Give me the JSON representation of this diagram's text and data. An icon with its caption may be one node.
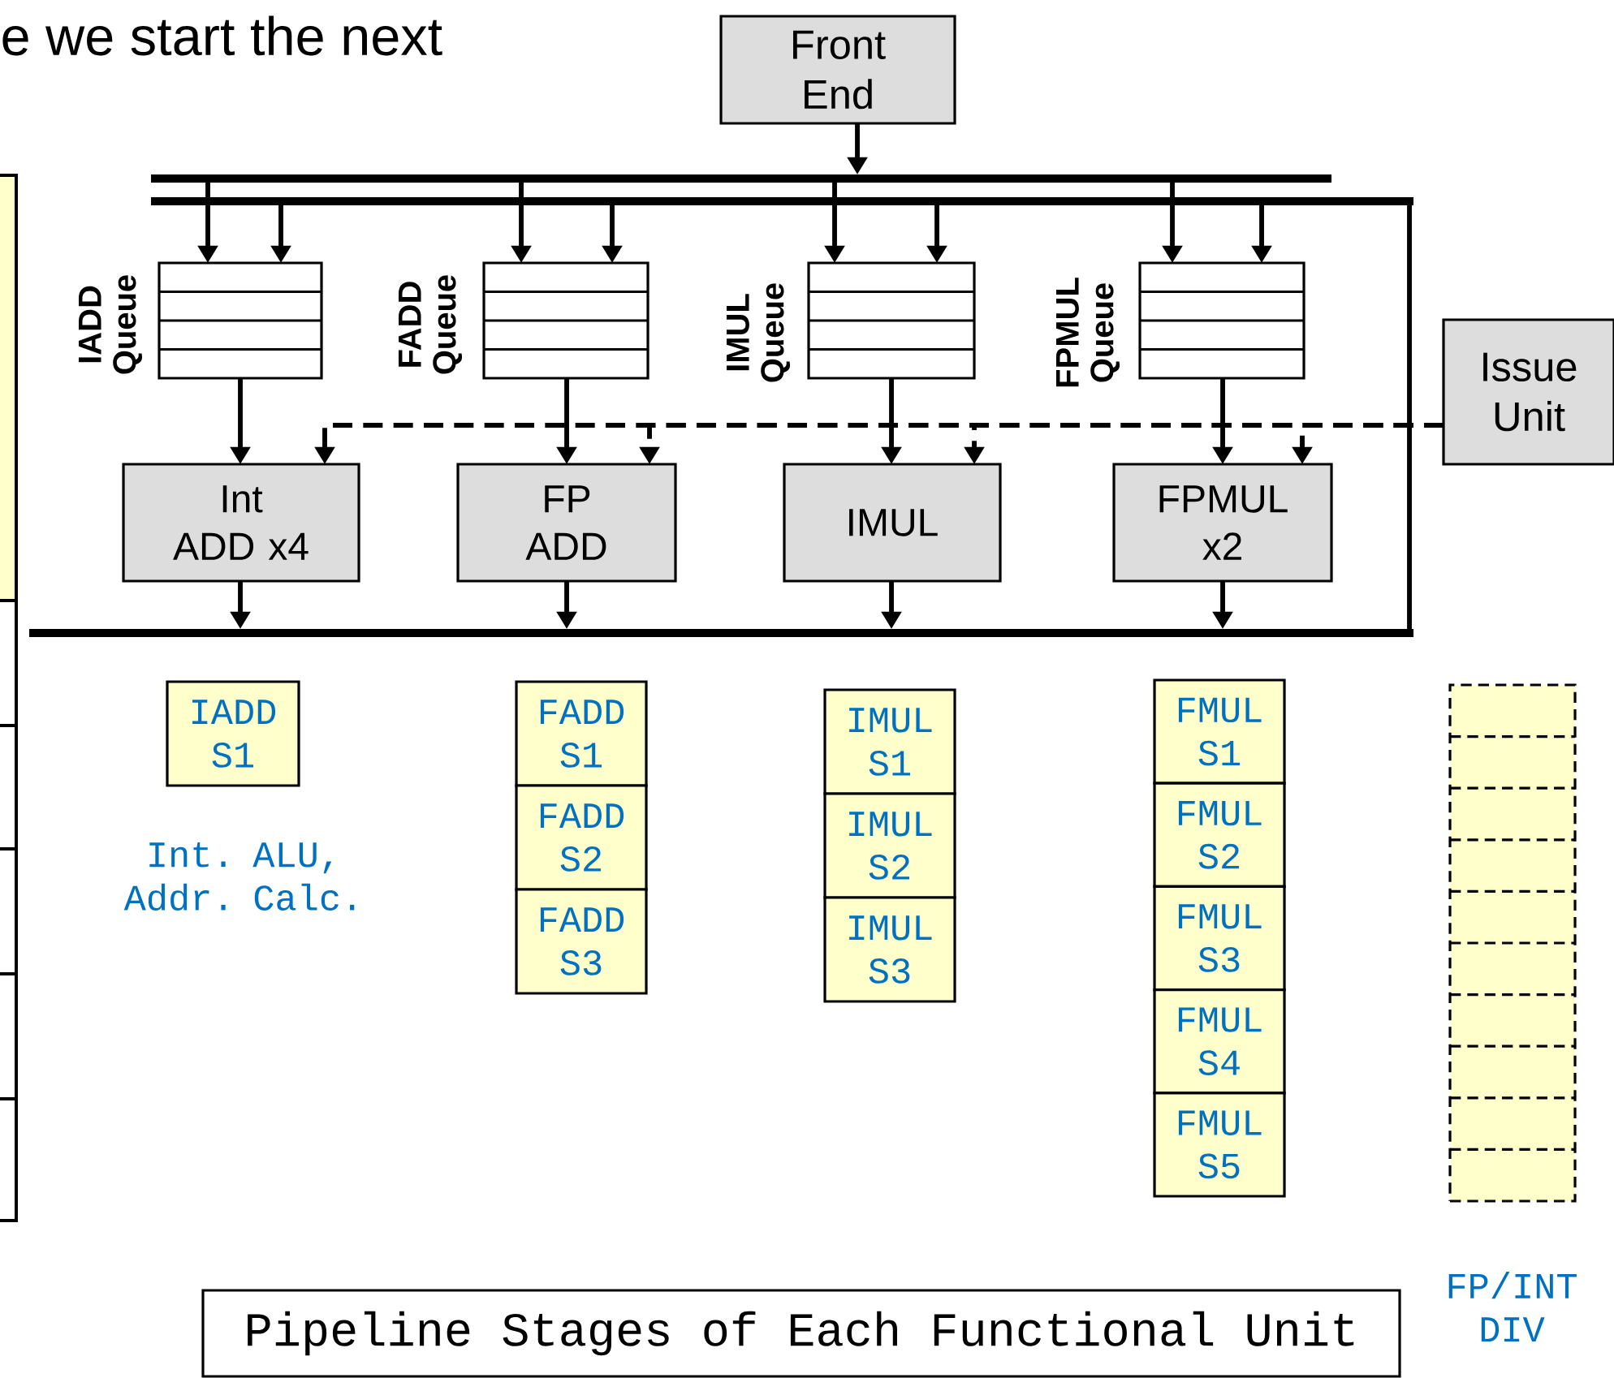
{
  "diagram": {
    "nodes": [
      {
        "text": [
          "Front End"
        ]
      },
      {
        "text": [
          "Issue Unit"
        ]
      },
      {
        "text": [
          "IADD Queue"
        ]
      },
      {
        "text": [
          "FADD Queue"
        ]
      },
      {
        "text": [
          "IMUL Queue"
        ]
      },
      {
        "text": [
          "FPMUL Queue"
        ]
      },
      {
        "text": [
          "Int ADD x4"
        ]
      },
      {
        "text": [
          "FP ADD"
        ]
      },
      {
        "text": [
          "IMUL"
        ]
      },
      {
        "text": [
          "FPMUL x2"
        ]
      },
      {
        "text": [
          "IADD S1"
        ],
        "beside": [
          "Int. ALU, Addr. Calc."
        ]
      },
      {
        "text": [
          "FADD S1"
        ]
      },
      {
        "text": [
          "FADD S2"
        ]
      },
      {
        "text": [
          "FADD S3"
        ]
      },
      {
        "text": [
          "IMUL S1"
        ]
      },
      {
        "text": [
          "IMUL S2"
        ]
      },
      {
        "text": [
          "IMUL S3"
        ]
      },
      {
        "text": [
          "FMUL S1"
        ]
      },
      {
        "text": [
          "FMUL S2"
        ]
      },
      {
        "text": [
          "FMUL S3"
        ]
      },
      {
        "text": [
          "FMUL S4"
        ]
      },
      {
        "text": [
          "FMUL S5"
        ]
      },
      {
        "text": [],
        "shape": "box"
      },
      {
        "text": [
          "Pipeline Stages of Each Functional Unit"
        ]
      },
      {
        "text": [],
        "shape": "bar"
      },
      {
        "text": [],
        "shape": "bar"
      },
      {
        "text": [],
        "shape": "bar"
      }
    ],
    "edges": [
      {
        "from": 0,
        "to": 24,
        "arrow": "to"
      },
      {
        "from": 24,
        "to": 2,
        "arrow": "to"
      },
      {
        "from": 24,
        "to": 3,
        "arrow": "to"
      },
      {
        "from": 24,
        "to": 4,
        "arrow": "to"
      },
      {
        "from": 24,
        "to": 5,
        "arrow": "to"
      },
      {
        "from": 25,
        "to": 2,
        "arrow": "to"
      },
      {
        "from": 25,
        "to": 3,
        "arrow": "to"
      },
      {
        "from": 25,
        "to": 4,
        "arrow": "to"
      },
      {
        "from": 25,
        "to": 5,
        "arrow": "to"
      },
      {
        "from": 2,
        "to": 6,
        "arrow": "to"
      },
      {
        "from": 3,
        "to": 7,
        "arrow": "to"
      },
      {
        "from": 4,
        "to": 8,
        "arrow": "to"
      },
      {
        "from": 5,
        "to": 9,
        "arrow": "to"
      },
      {
        "from": 1,
        "to": 6,
        "arrow": "to",
        "style": "dashed"
      },
      {
        "from": 1,
        "to": 7,
        "arrow": "to",
        "style": "dashed"
      },
      {
        "from": 1,
        "to": 8,
        "arrow": "to",
        "style": "dashed"
      },
      {
        "from": 1,
        "to": 9,
        "arrow": "to",
        "style": "dashed"
      },
      {
        "from": 6,
        "to": 26,
        "arrow": "to"
      },
      {
        "from": 7,
        "to": 26,
        "arrow": "to"
      },
      {
        "from": 8,
        "to": 26,
        "arrow": "to"
      },
      {
        "from": 9,
        "to": 26,
        "arrow": "to"
      },
      {
        "from": 25,
        "to": 26,
        "arrow": "none"
      }
    ],
    "labels": [
      "e we start the next",
      "FP/INT DIV"
    ]
  }
}
